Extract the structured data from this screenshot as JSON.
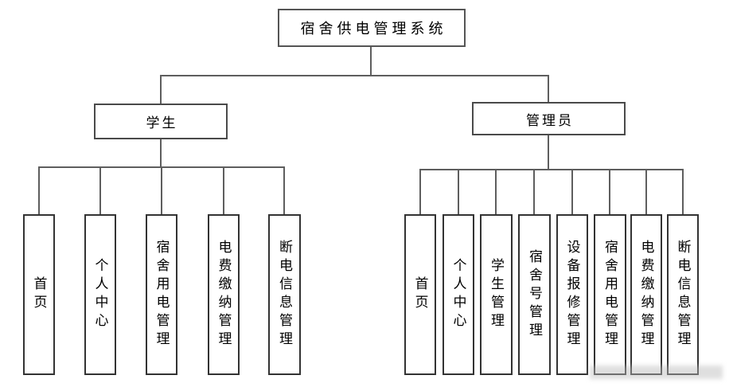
{
  "diagram": {
    "title": "宿舍供电管理系统",
    "branches": [
      {
        "label": "学生",
        "children": [
          "首页",
          "个人中心",
          "宿舍用电管理",
          "电费缴纳管理",
          "断电信息管理"
        ]
      },
      {
        "label": "管理员",
        "children": [
          "首页",
          "个人中心",
          "学生管理",
          "宿舍号管理",
          "设备报修管理",
          "宿舍用电管理",
          "电费缴纳管理",
          "断电信息管理"
        ]
      }
    ],
    "colors": {
      "background": "#ffffff",
      "box_border": "#4a4a4a",
      "connector": "#5e5e5e",
      "text": "#000000"
    }
  }
}
